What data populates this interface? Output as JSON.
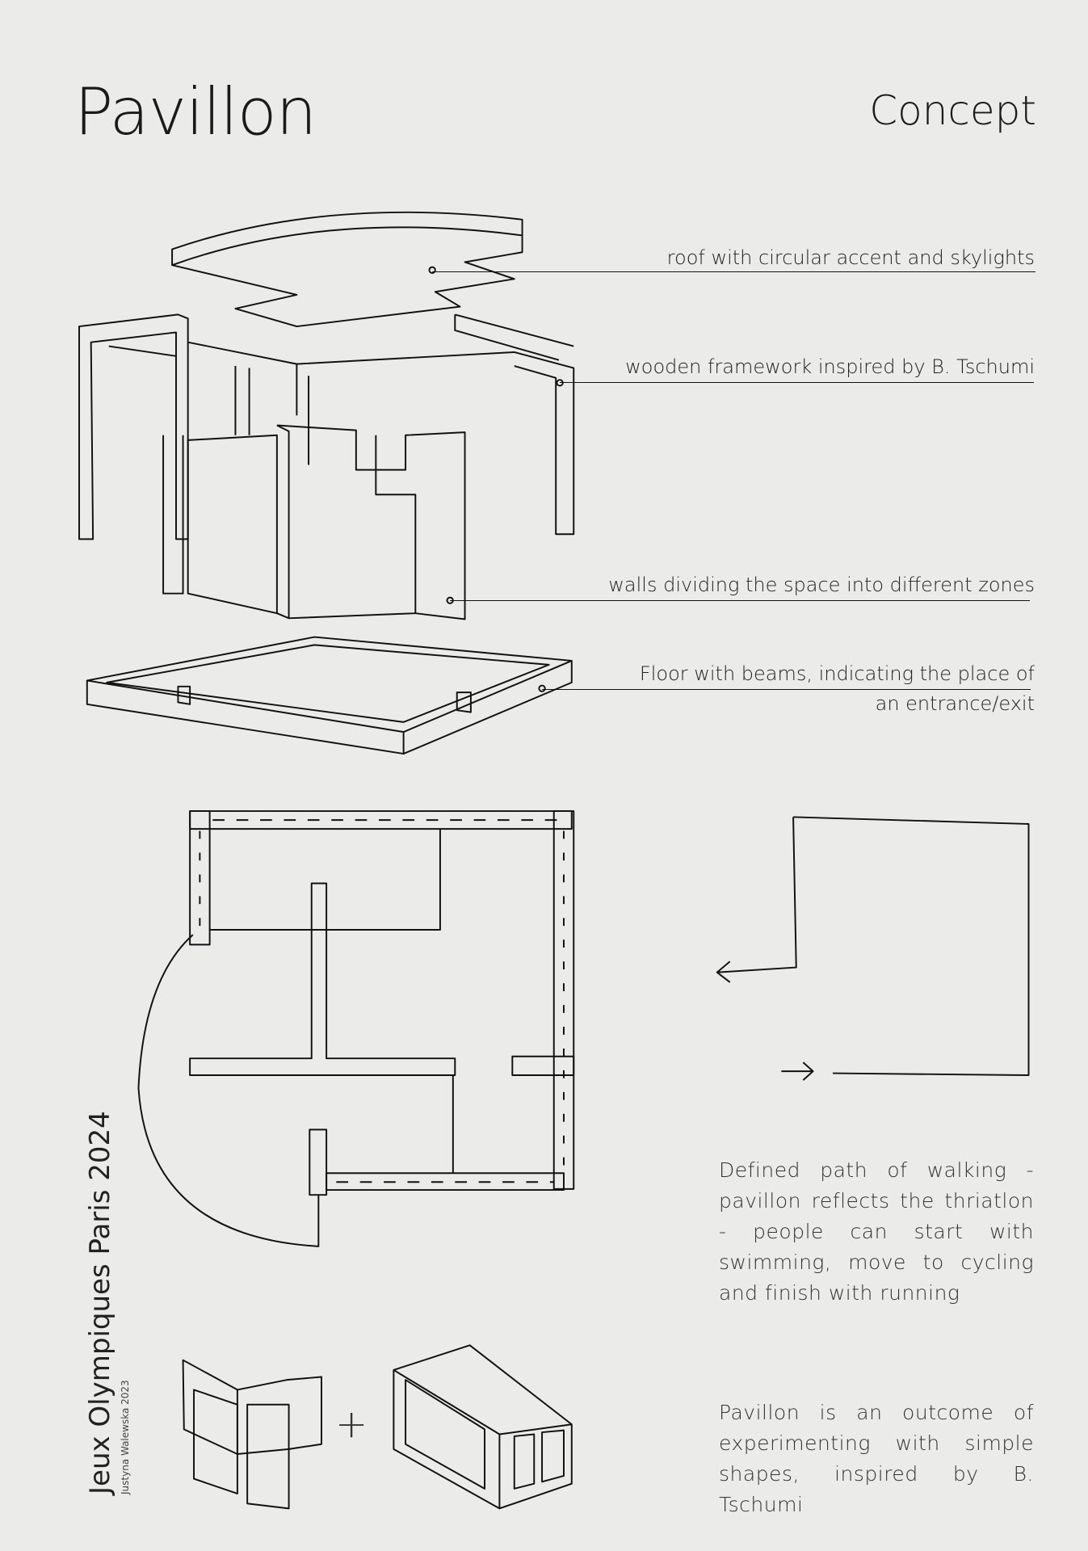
{
  "header": {
    "title": "Pavillon",
    "section": "Concept"
  },
  "labels": {
    "roof": "roof with circular accent and skylights",
    "framework": "wooden framework inspired by B. Tschumi",
    "walls": "walls dividing the space into different zones",
    "floor_line1": "Floor with beams, indicating the place of",
    "floor_line2": "an entrance/exit"
  },
  "descriptions": {
    "path": "Defined path of walking - pavillon reflects the thriatlon - people can start with swimming, move to cycling and finish with running",
    "outcome": "Pavillon is an outcome of experimenting with simple shapes, inspired by B. Tschumi"
  },
  "footer": {
    "event": "Jeux Olympiques Paris 2024",
    "author": "Justyna Walewska 2023"
  },
  "symbols": {
    "plus": "+"
  }
}
